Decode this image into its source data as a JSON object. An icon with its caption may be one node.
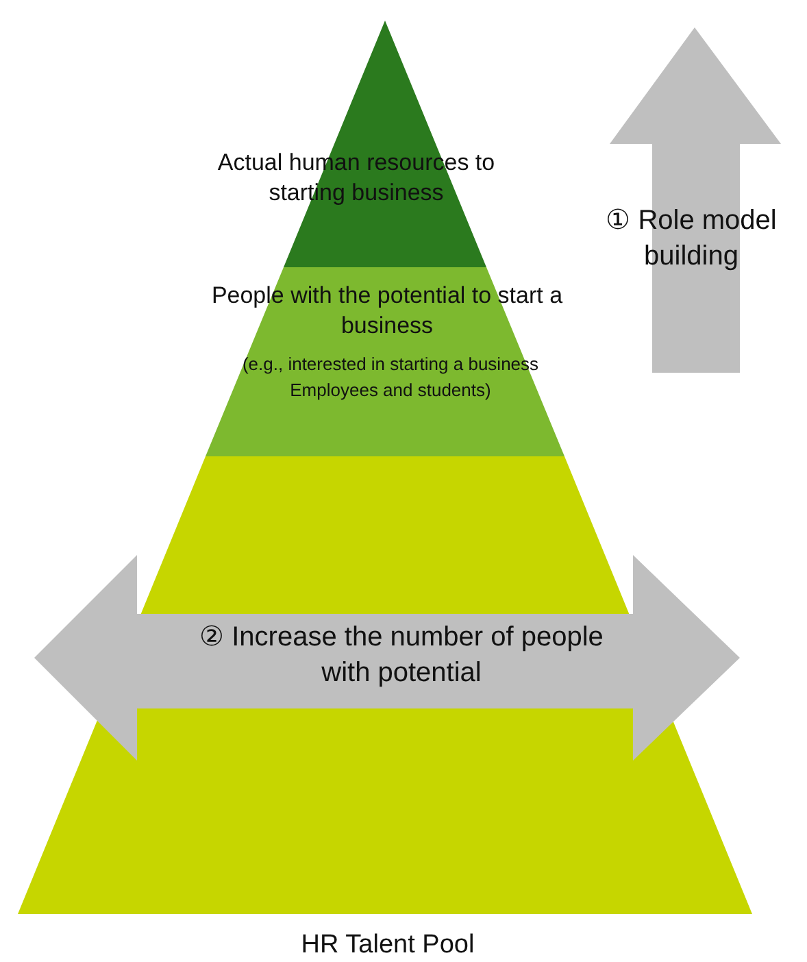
{
  "diagram": {
    "nodes": [
      {
        "text": [
          "Actual human resources to starting business"
        ]
      },
      {
        "text": [
          "People with the potential to start a business",
          "(e.g., interested in starting a business Employees and students)"
        ]
      },
      {
        "text": [],
        "shape": "band",
        "beside": [
          "HR Talent Pool"
        ]
      },
      {
        "text": [
          "① Role model building"
        ]
      },
      {
        "text": [
          "② Increase the number of people with potential"
        ],
        "in": 2
      }
    ]
  }
}
